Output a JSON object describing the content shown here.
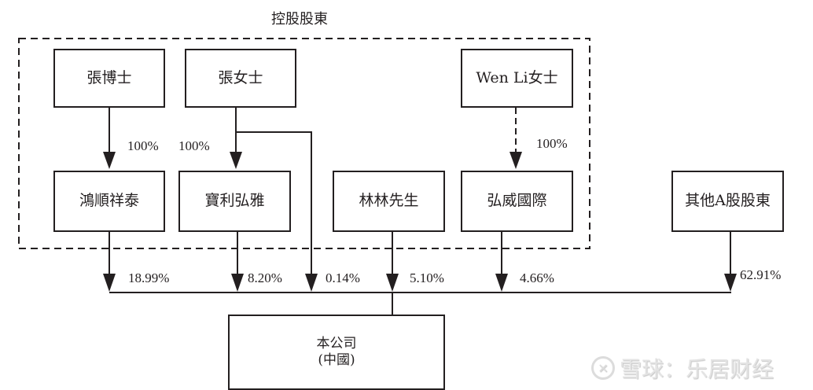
{
  "group": {
    "title": "控股股東"
  },
  "nodes": {
    "dr_zhang": "張博士",
    "ms_zhang": "張女士",
    "wen_li": "Wen Li女士",
    "hongshun": "鴻順祥泰",
    "baoli": "寶利弘雅",
    "mr_lin": "林林先生",
    "hongwei": "弘威國際",
    "other_a": "其他A股股東",
    "company_line1": "本公司",
    "company_line2": "(中國)"
  },
  "edges": {
    "dr_zhang_to_hongshun": "100%",
    "ms_zhang_to_baoli": "100%",
    "wen_li_to_hongwei": "100%",
    "hongshun_to_company": "18.99%",
    "baoli_to_company": "8.20%",
    "ms_zhang_to_company": "0.14%",
    "mr_lin_to_company": "5.10%",
    "hongwei_to_company": "4.66%",
    "other_a_to_company": "62.91%"
  },
  "watermark": {
    "icon": "snowball-logo-icon",
    "text": "雪球：乐居财经"
  }
}
